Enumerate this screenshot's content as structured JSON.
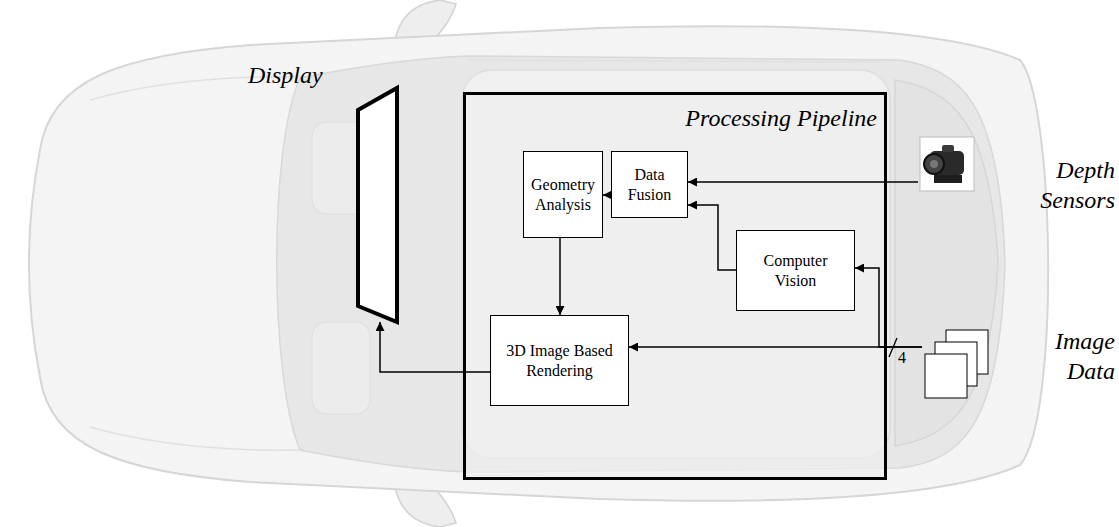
{
  "diagram": {
    "nodes": [
      {
        "text": [
          "Display"
        ]
      },
      {
        "text": [
          "Processing Pipeline"
        ]
      },
      {
        "text": [
          "Geometry Analysis"
        ],
        "in": 1
      },
      {
        "text": [
          "Data Fusion"
        ],
        "in": 1
      },
      {
        "text": [
          "Computer Vision"
        ],
        "in": 1
      },
      {
        "text": [
          "3D Image Based Rendering"
        ],
        "in": 1
      },
      {
        "text": [
          "Depth Sensors"
        ]
      },
      {
        "text": [
          "Image Data"
        ]
      }
    ],
    "edges": [
      {
        "from": 6,
        "to": 3,
        "arrow": "to"
      },
      {
        "from": 3,
        "to": 2,
        "arrow": "to"
      },
      {
        "from": 4,
        "to": 3,
        "arrow": "to"
      },
      {
        "from": 2,
        "to": 5,
        "arrow": "to"
      },
      {
        "from": 7,
        "to": 5,
        "arrow": "to",
        "label": "4"
      },
      {
        "from": 7,
        "to": 4,
        "arrow": "to"
      },
      {
        "from": 5,
        "to": 0,
        "arrow": "to"
      }
    ]
  }
}
